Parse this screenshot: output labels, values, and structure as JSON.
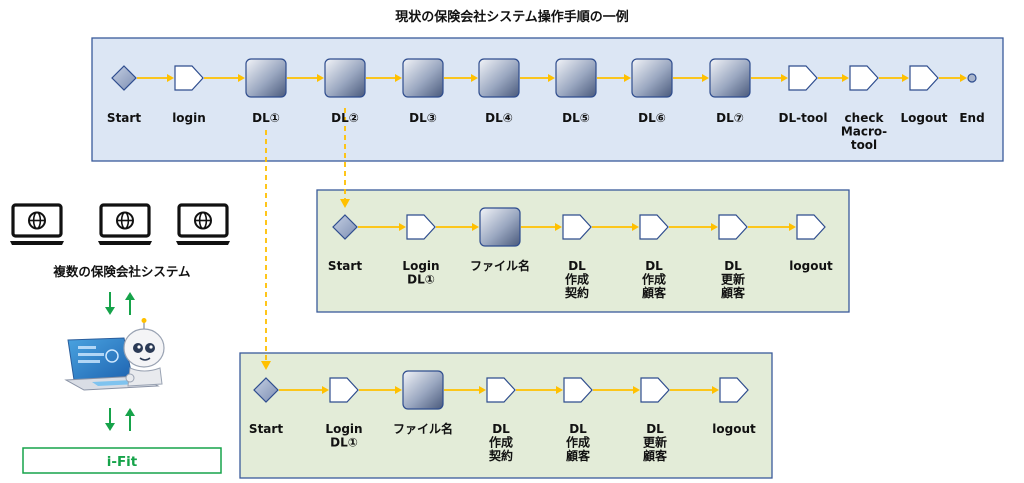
{
  "title": "現状の保険会社システム操作手順の一例",
  "colors": {
    "flow_line": "#ffc000",
    "dashed_line": "#ffc000",
    "top_panel_fill": "#dce6f4",
    "top_panel_stroke": "#3a5a9a",
    "sub_panel_fill": "#e3ecd8",
    "sub_panel_stroke": "#3a5a9a",
    "node_stroke": "#2f4d8e",
    "arrow_up": "#16a34a",
    "arrow_down": "#16a34a",
    "ifit_border": "#16a34a"
  },
  "flows": [
    {
      "id": "main",
      "nodes": [
        {
          "shape": "diamond",
          "label": [
            "Start"
          ]
        },
        {
          "shape": "pentagon",
          "label": [
            "login"
          ]
        },
        {
          "shape": "document",
          "label": [
            "DL①"
          ]
        },
        {
          "shape": "document",
          "label": [
            "DL②"
          ]
        },
        {
          "shape": "document",
          "label": [
            "DL③"
          ]
        },
        {
          "shape": "document",
          "label": [
            "DL④"
          ]
        },
        {
          "shape": "document",
          "label": [
            "DL⑤"
          ]
        },
        {
          "shape": "document",
          "label": [
            "DL⑥"
          ]
        },
        {
          "shape": "document",
          "label": [
            "DL⑦"
          ]
        },
        {
          "shape": "pentagon",
          "label": [
            "DL-tool"
          ]
        },
        {
          "shape": "pentagon",
          "label": [
            "check",
            "Macro-",
            "tool"
          ]
        },
        {
          "shape": "pentagon",
          "label": [
            "Logout"
          ]
        },
        {
          "shape": "circle",
          "label": [
            "End"
          ]
        }
      ]
    },
    {
      "id": "sub1",
      "nodes": [
        {
          "shape": "diamond",
          "label": [
            "Start"
          ]
        },
        {
          "shape": "pentagon",
          "label": [
            "Login",
            "DL①"
          ]
        },
        {
          "shape": "document",
          "label": [
            "ファイル名"
          ]
        },
        {
          "shape": "pentagon",
          "label": [
            "DL",
            "作成",
            "契約"
          ]
        },
        {
          "shape": "pentagon",
          "label": [
            "DL",
            "作成",
            "顧客"
          ]
        },
        {
          "shape": "pentagon",
          "label": [
            "DL",
            "更新",
            "顧客"
          ]
        },
        {
          "shape": "pentagon",
          "label": [
            "logout"
          ]
        }
      ]
    },
    {
      "id": "sub2",
      "nodes": [
        {
          "shape": "diamond",
          "label": [
            "Start"
          ]
        },
        {
          "shape": "pentagon",
          "label": [
            "Login",
            "DL①"
          ]
        },
        {
          "shape": "document",
          "label": [
            "ファイル名"
          ]
        },
        {
          "shape": "pentagon",
          "label": [
            "DL",
            "作成",
            "契約"
          ]
        },
        {
          "shape": "pentagon",
          "label": [
            "DL",
            "作成",
            "顧客"
          ]
        },
        {
          "shape": "pentagon",
          "label": [
            "DL",
            "更新",
            "顧客"
          ]
        },
        {
          "shape": "pentagon",
          "label": [
            "logout"
          ]
        }
      ]
    }
  ],
  "left_panel": {
    "systems_caption": "複数の保険会社システム",
    "laptop_icons": [
      "globe-laptop-icon",
      "globe-laptop-icon",
      "globe-laptop-icon"
    ],
    "robot_icon": "robot-at-laptop-icon",
    "ifit_label": "i-Fit"
  }
}
